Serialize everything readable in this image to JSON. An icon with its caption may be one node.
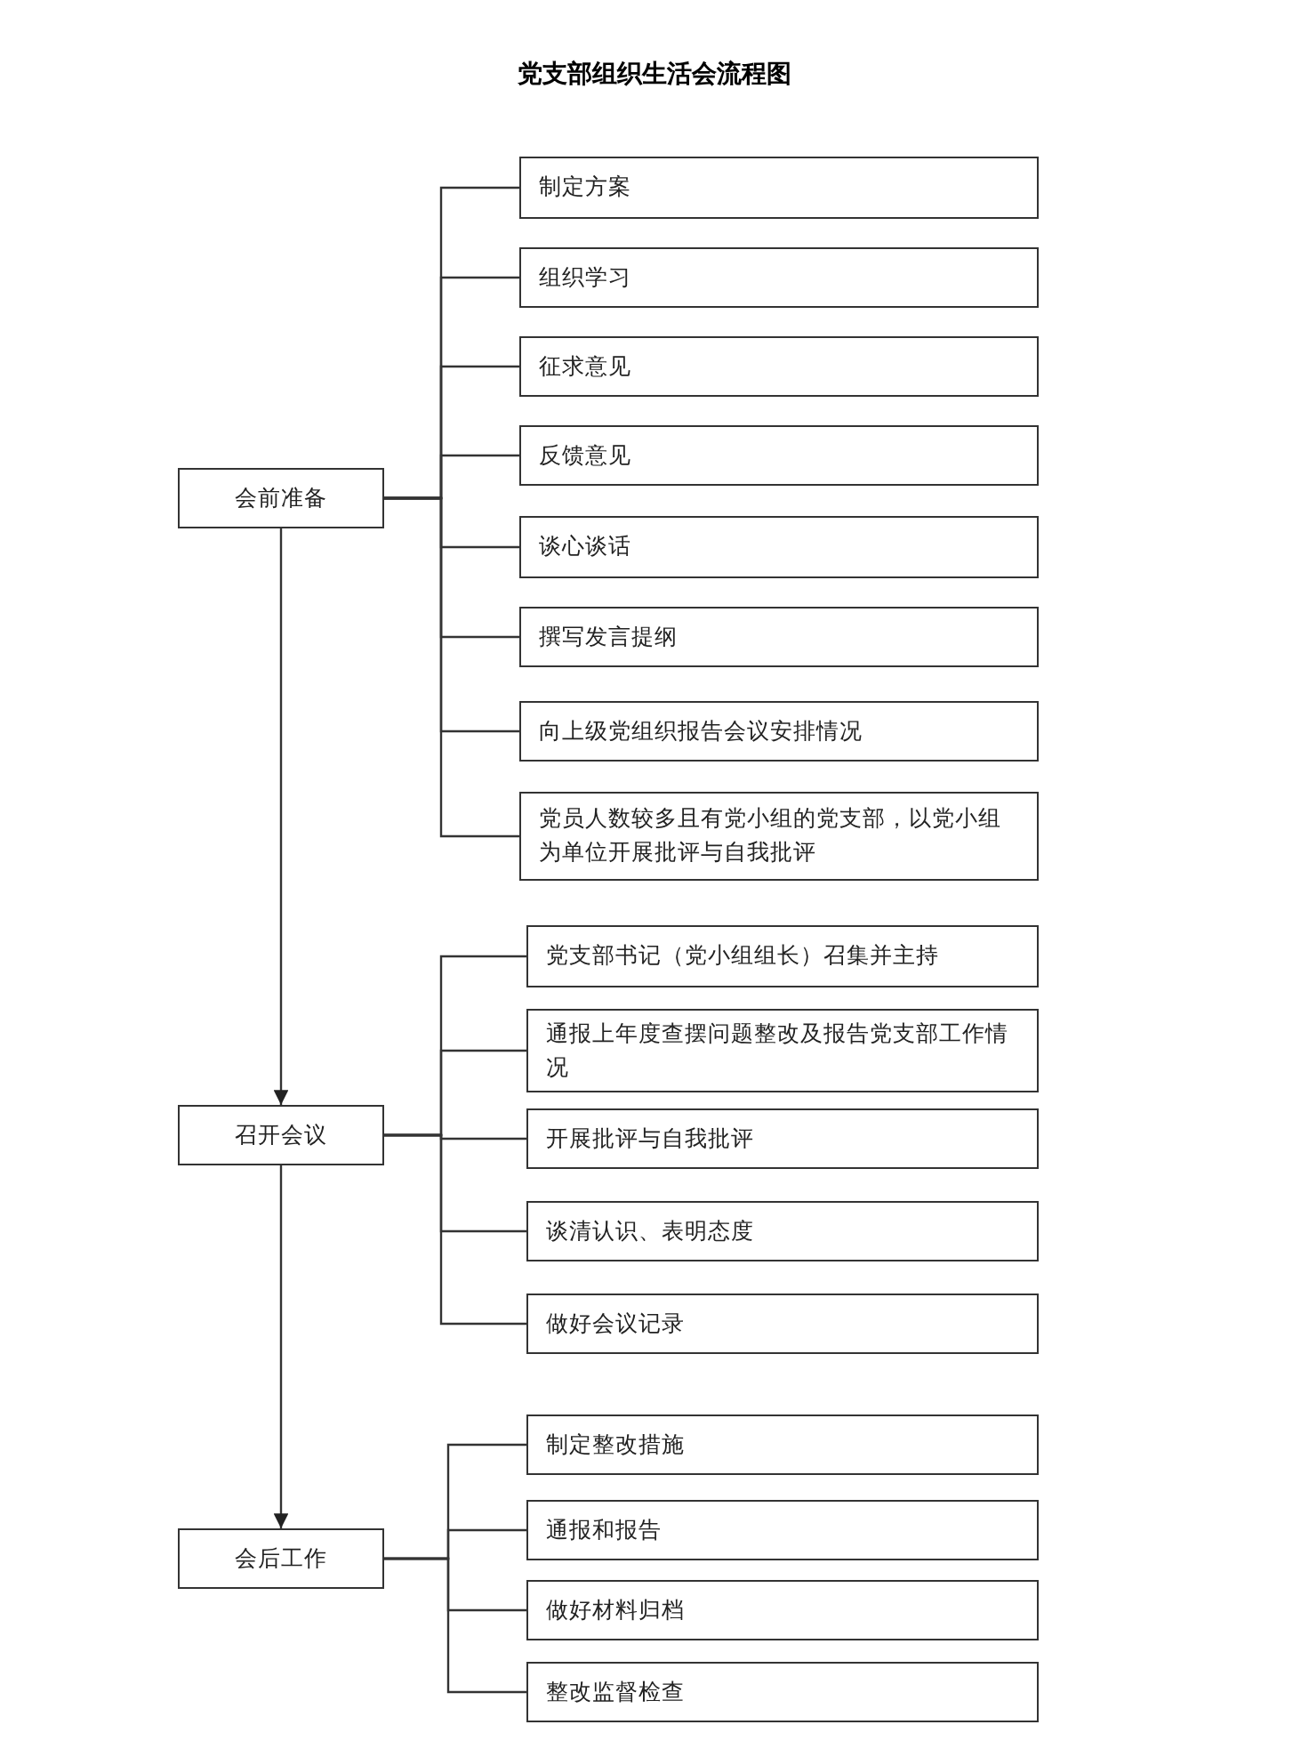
{
  "diagram": {
    "title": "党支部组织生活会流程图",
    "nodes": [
      {
        "text": [
          "会前准备"
        ]
      },
      {
        "text": [
          "制定方案"
        ]
      },
      {
        "text": [
          "组织学习"
        ]
      },
      {
        "text": [
          "征求意见"
        ]
      },
      {
        "text": [
          "反馈意见"
        ]
      },
      {
        "text": [
          "谈心谈话"
        ]
      },
      {
        "text": [
          "撰写发言提纲"
        ]
      },
      {
        "text": [
          "向上级党组织报告会议安排情况"
        ]
      },
      {
        "text": [
          "党员人数较多且有党小组的党支部，以党小组为单位开展批评与自我批评"
        ]
      },
      {
        "text": [
          "召开会议"
        ]
      },
      {
        "text": [
          "党支部书记（党小组组长）召集并主持"
        ]
      },
      {
        "text": [
          "通报上年度查摆问题整改及报告党支部工作情况"
        ]
      },
      {
        "text": [
          "开展批评与自我批评"
        ]
      },
      {
        "text": [
          "谈清认识、表明态度"
        ]
      },
      {
        "text": [
          "做好会议记录"
        ]
      },
      {
        "text": [
          "会后工作"
        ]
      },
      {
        "text": [
          "制定整改措施"
        ]
      },
      {
        "text": [
          "通报和报告"
        ]
      },
      {
        "text": [
          "做好材料归档"
        ]
      },
      {
        "text": [
          "整改监督检查"
        ]
      }
    ],
    "edges": [
      {
        "from": 0,
        "to": 9,
        "arrow": "to"
      },
      {
        "from": 9,
        "to": 15,
        "arrow": "to"
      },
      {
        "from": 0,
        "to": 1,
        "arrow": "none"
      },
      {
        "from": 0,
        "to": 2,
        "arrow": "none"
      },
      {
        "from": 0,
        "to": 3,
        "arrow": "none"
      },
      {
        "from": 0,
        "to": 4,
        "arrow": "none"
      },
      {
        "from": 0,
        "to": 5,
        "arrow": "none"
      },
      {
        "from": 0,
        "to": 6,
        "arrow": "none"
      },
      {
        "from": 0,
        "to": 7,
        "arrow": "none"
      },
      {
        "from": 0,
        "to": 8,
        "arrow": "none"
      },
      {
        "from": 9,
        "to": 10,
        "arrow": "none"
      },
      {
        "from": 9,
        "to": 11,
        "arrow": "none"
      },
      {
        "from": 9,
        "to": 12,
        "arrow": "none"
      },
      {
        "from": 9,
        "to": 13,
        "arrow": "none"
      },
      {
        "from": 9,
        "to": 14,
        "arrow": "none"
      },
      {
        "from": 15,
        "to": 16,
        "arrow": "none"
      },
      {
        "from": 15,
        "to": 17,
        "arrow": "none"
      },
      {
        "from": 15,
        "to": 18,
        "arrow": "none"
      },
      {
        "from": 15,
        "to": 19,
        "arrow": "none"
      }
    ]
  }
}
